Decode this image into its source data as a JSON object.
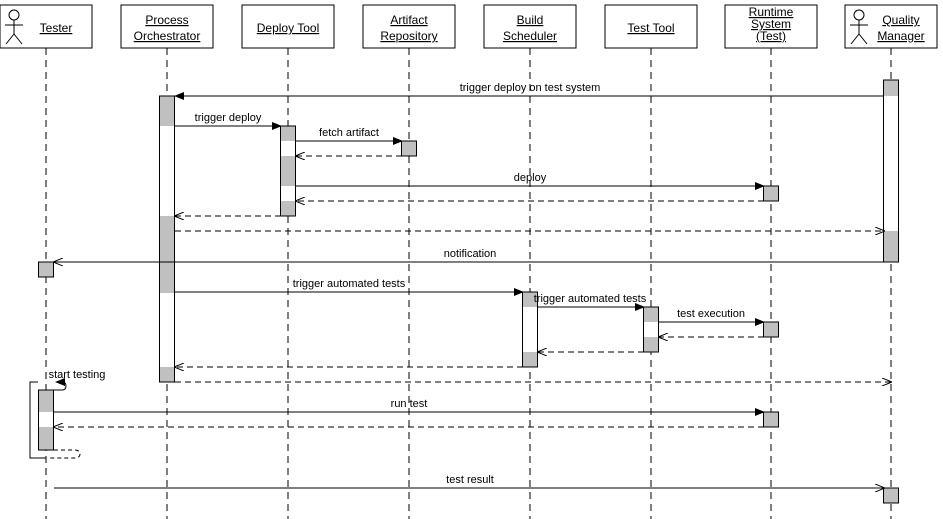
{
  "participants": [
    {
      "id": "tester",
      "kind": "actor",
      "lines": [
        "Tester"
      ]
    },
    {
      "id": "orchestrator",
      "kind": "object",
      "lines": [
        "Process",
        "Orchestrator"
      ]
    },
    {
      "id": "deploy",
      "kind": "object",
      "lines": [
        "Deploy Tool"
      ]
    },
    {
      "id": "artifact",
      "kind": "object",
      "lines": [
        "Artifact",
        "Repository"
      ]
    },
    {
      "id": "build",
      "kind": "object",
      "lines": [
        "Build",
        "Scheduler"
      ]
    },
    {
      "id": "testtool",
      "kind": "object",
      "lines": [
        "Test Tool"
      ]
    },
    {
      "id": "runtime",
      "kind": "object",
      "lines": [
        "Runtime",
        "System",
        "(Test)"
      ]
    },
    {
      "id": "qm",
      "kind": "actor",
      "lines": [
        "Quality",
        "Manager"
      ]
    }
  ],
  "messages": [
    {
      "from": "qm",
      "to": "orchestrator",
      "type": "sync",
      "label": "trigger deploy on test system"
    },
    {
      "from": "orchestrator",
      "to": "deploy",
      "type": "sync",
      "label": "trigger deploy"
    },
    {
      "from": "deploy",
      "to": "artifact",
      "type": "sync",
      "label": "fetch artifact"
    },
    {
      "from": "artifact",
      "to": "deploy",
      "type": "reply",
      "label": ""
    },
    {
      "from": "deploy",
      "to": "runtime",
      "type": "sync",
      "label": "deploy"
    },
    {
      "from": "runtime",
      "to": "deploy",
      "type": "reply",
      "label": ""
    },
    {
      "from": "deploy",
      "to": "orchestrator",
      "type": "reply",
      "label": ""
    },
    {
      "from": "orchestrator",
      "to": "qm",
      "type": "reply-open",
      "label": ""
    },
    {
      "from": "qm",
      "to": "tester",
      "type": "async",
      "label": "notification"
    },
    {
      "from": "orchestrator",
      "to": "build",
      "type": "sync",
      "label": "trigger automated tests"
    },
    {
      "from": "build",
      "to": "testtool",
      "type": "sync",
      "label": "trigger automated tests"
    },
    {
      "from": "testtool",
      "to": "runtime",
      "type": "sync",
      "label": "test execution"
    },
    {
      "from": "runtime",
      "to": "testtool",
      "type": "reply",
      "label": ""
    },
    {
      "from": "testtool",
      "to": "build",
      "type": "reply",
      "label": ""
    },
    {
      "from": "build",
      "to": "orchestrator",
      "type": "reply",
      "label": ""
    },
    {
      "from": "orchestrator",
      "to": "qm",
      "type": "reply-open",
      "label": ""
    },
    {
      "from": "tester",
      "to": "tester",
      "type": "self",
      "label": "start testing"
    },
    {
      "from": "tester",
      "to": "runtime",
      "type": "sync",
      "label": "run test"
    },
    {
      "from": "runtime",
      "to": "tester",
      "type": "reply",
      "label": ""
    },
    {
      "from": "tester",
      "to": "qm",
      "type": "async",
      "label": "test result"
    }
  ]
}
